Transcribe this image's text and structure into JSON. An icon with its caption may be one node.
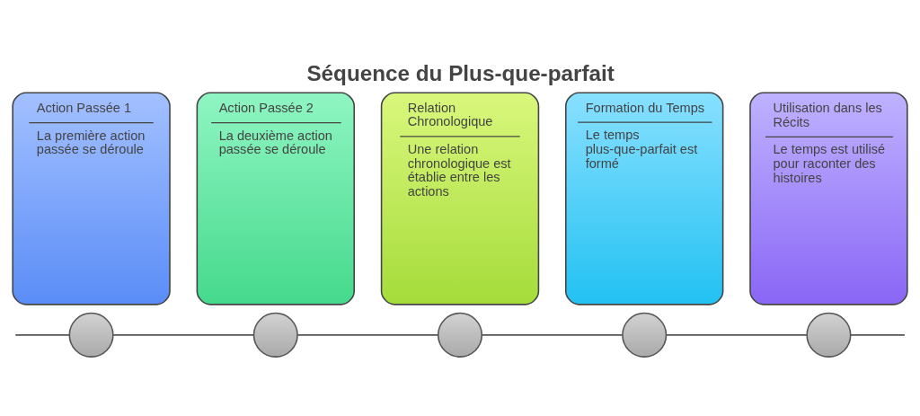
{
  "diagram": {
    "title": "Séquence du Plus-que-parfait",
    "nodes": [
      {
        "text": [
          "Action Passée 1",
          "La première action passée se déroule"
        ]
      },
      {
        "text": [
          "Action Passée 2",
          "La deuxième action passée se déroule"
        ]
      },
      {
        "text": [
          "Relation Chronologique",
          "Une relation chronologique est établie entre les actions"
        ]
      },
      {
        "text": [
          "Formation du Temps",
          "Le temps plus-que-parfait est formé"
        ]
      },
      {
        "text": [
          "Utilisation dans les Récits",
          "Le temps est utilisé pour raconter des histoires"
        ]
      },
      {
        "text": [],
        "shape": "circle"
      },
      {
        "text": [],
        "shape": "circle"
      },
      {
        "text": [],
        "shape": "circle"
      },
      {
        "text": [],
        "shape": "circle"
      },
      {
        "text": [],
        "shape": "circle"
      }
    ],
    "edges": [
      {
        "from": null,
        "to": 5,
        "arrow": "none"
      },
      {
        "from": 5,
        "to": 6,
        "arrow": "none"
      },
      {
        "from": 6,
        "to": 7,
        "arrow": "none"
      },
      {
        "from": 7,
        "to": 8,
        "arrow": "none"
      },
      {
        "from": 8,
        "to": 9,
        "arrow": "none"
      },
      {
        "from": 9,
        "to": null,
        "arrow": "none"
      }
    ]
  }
}
